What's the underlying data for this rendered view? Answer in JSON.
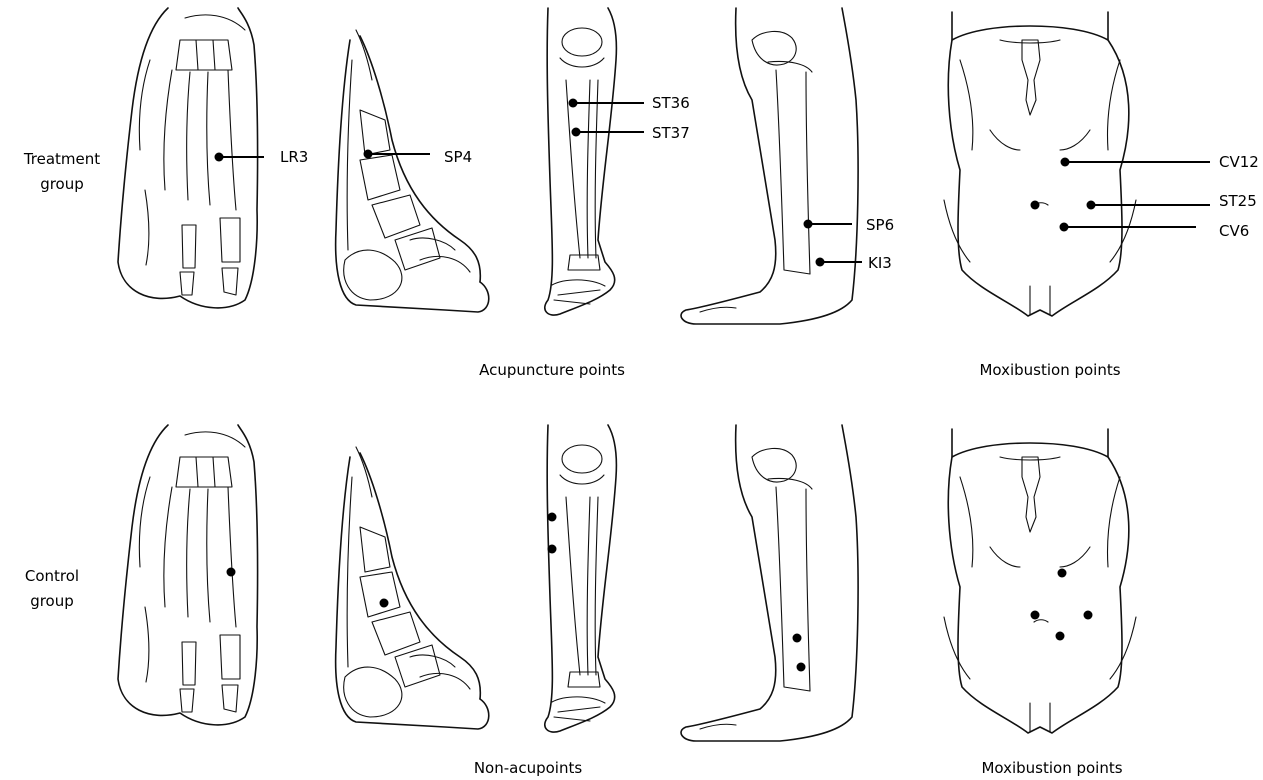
{
  "row_labels": {
    "treatment_line1": "Treatment",
    "treatment_line2": "group",
    "control_line1": "Control",
    "control_line2": "group"
  },
  "captions": {
    "treatment_acupuncture": "Acupuncture points",
    "treatment_moxibustion": "Moxibustion points",
    "control_nonacupoints": "Non-acupoints",
    "control_moxibustion": "Moxibustion points"
  },
  "point_labels": {
    "lr3": "LR3",
    "sp4": "SP4",
    "st36": "ST36",
    "st37": "ST37",
    "sp6": "SP6",
    "ki3": "KI3",
    "cv12": "CV12",
    "st25": "ST25",
    "cv6": "CV6"
  }
}
